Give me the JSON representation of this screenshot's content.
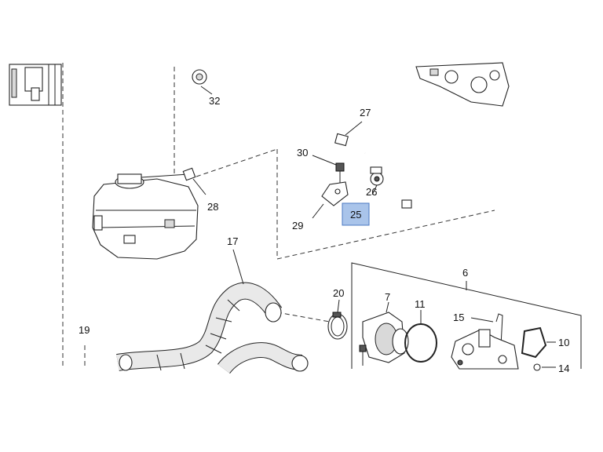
{
  "diagram": {
    "callouts": [
      {
        "id": "32",
        "text": "32"
      },
      {
        "id": "27",
        "text": "27"
      },
      {
        "id": "30",
        "text": "30"
      },
      {
        "id": "26",
        "text": "26"
      },
      {
        "id": "25",
        "text": "25",
        "highlighted": true
      },
      {
        "id": "28",
        "text": "28"
      },
      {
        "id": "29",
        "text": "29"
      },
      {
        "id": "17",
        "text": "17"
      },
      {
        "id": "6",
        "text": "6"
      },
      {
        "id": "20",
        "text": "20"
      },
      {
        "id": "7",
        "text": "7"
      },
      {
        "id": "11",
        "text": "11"
      },
      {
        "id": "15",
        "text": "15"
      },
      {
        "id": "10",
        "text": "10"
      },
      {
        "id": "19",
        "text": "19"
      },
      {
        "id": "14",
        "text": "14"
      }
    ],
    "highlight_color": "#a9c4ea",
    "highlight_border": "#4a78c2"
  }
}
